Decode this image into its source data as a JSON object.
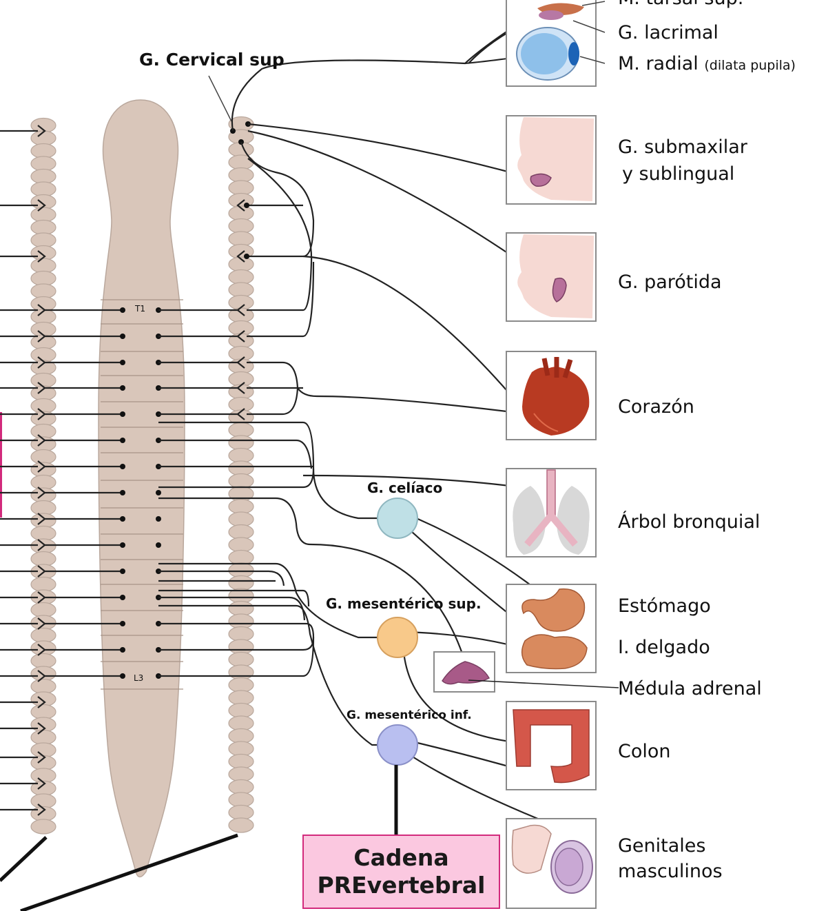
{
  "labels": {
    "g_cervical_sup": "G. Cervical sup",
    "g_celiaco": "G. celíaco",
    "g_mesenterico_sup": "G. mesentérico sup.",
    "g_mesenterico_inf": "G. mesentérico inf.",
    "t1": "T1",
    "l3": "L3"
  },
  "organs": {
    "tarsal": "M. tarsal sup.",
    "lacrimal": "G. lacrimal",
    "radial": "M. radial",
    "radial_note": "(dilata pupila)",
    "submaxilar_1": "G. submaxilar",
    "submaxilar_2": "y sublingual",
    "parotida": "G. parótida",
    "corazon": "Corazón",
    "arbol": "Árbol bronquial",
    "estomago": "Estómago",
    "delgado": "I. delgado",
    "medula": "Médula adrenal",
    "colon": "Colon",
    "genitales_1": "Genitales",
    "genitales_2": "masculinos"
  },
  "callout": {
    "line1": "Cadena",
    "line2": "PREvertebral"
  },
  "colors": {
    "chain": "#d9c6ba",
    "celiac": "#bfe0e6",
    "mes_sup": "#f8c98a",
    "mes_inf": "#b9bff0",
    "callout_fill": "#fbc8e0",
    "callout_border": "#d22a7c",
    "left_bar": "#d22a7c"
  }
}
